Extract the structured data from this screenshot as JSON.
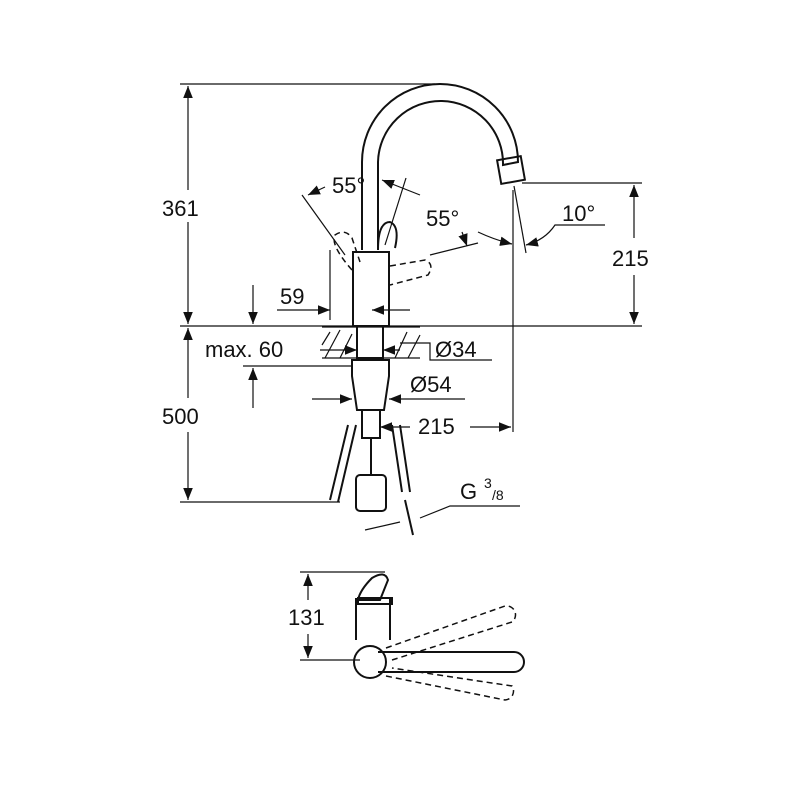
{
  "drawing": {
    "side_view": {
      "height_total": "361",
      "spout_height": "215",
      "handle_angle_left": "55°",
      "handle_angle_right": "55°",
      "spout_angle": "10°",
      "handle_offset": "59",
      "max_deck_thickness": "max. 60",
      "hole_diameter": "Ø34",
      "base_diameter": "Ø54",
      "spout_reach": "215",
      "below_deck_length": "500",
      "connection_thread_prefix": "G",
      "connection_thread_num": "3",
      "connection_thread_den": "/8"
    },
    "top_view": {
      "depth": "131"
    }
  }
}
